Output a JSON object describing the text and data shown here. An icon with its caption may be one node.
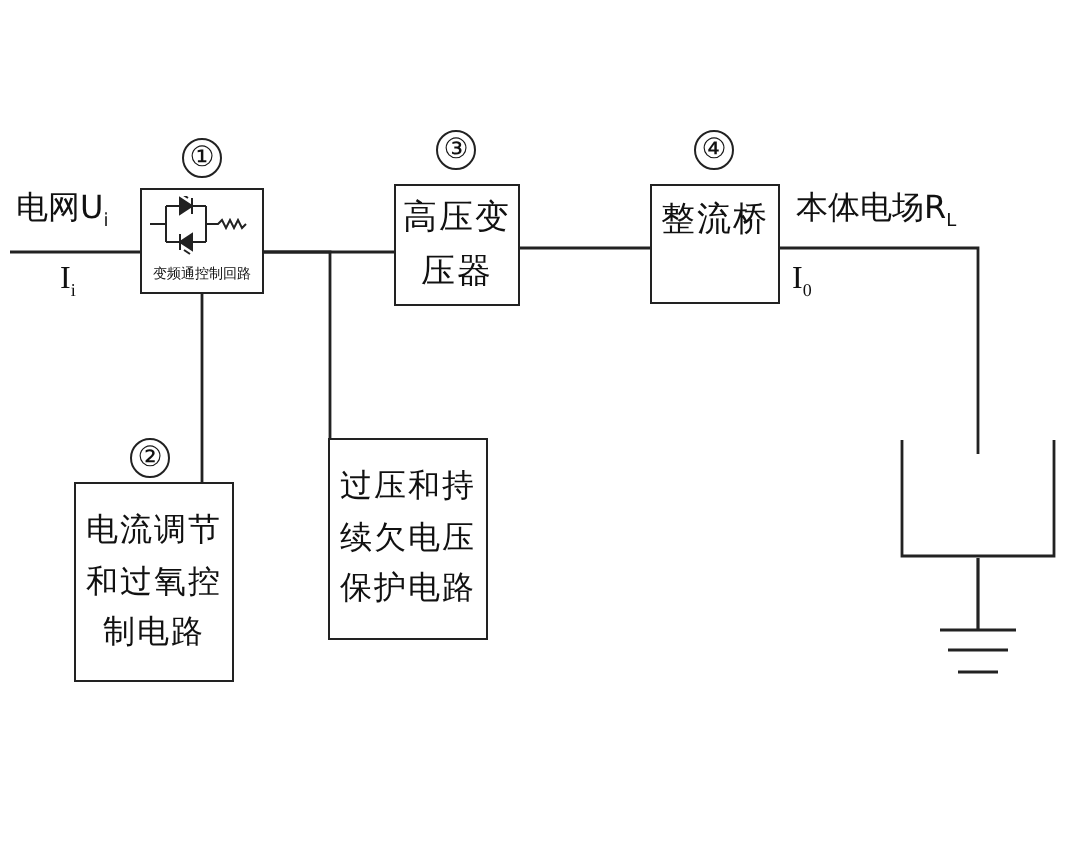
{
  "diagram": {
    "nodes": [
      {
        "text": [
          "变频通控制回路"
        ],
        "beside": [
          "①"
        ]
      },
      {
        "text": [
          "电流调节和过氧控制电路"
        ],
        "beside": [
          "②"
        ]
      },
      {
        "text": [
          "高压变压器"
        ],
        "beside": [
          "③"
        ]
      },
      {
        "text": [
          "整流桥"
        ],
        "beside": [
          "④"
        ]
      },
      {
        "text": [
          "过压和持续欠电压保护电路"
        ]
      },
      {
        "text": [],
        "shape": "tank"
      }
    ],
    "edges": [
      {
        "from": null,
        "to": 0,
        "arrow": "none"
      },
      {
        "from": 0,
        "to": 1,
        "arrow": "none"
      },
      {
        "from": 0,
        "to": 2,
        "arrow": "none"
      },
      {
        "from": 0,
        "to": 4,
        "arrow": "none"
      },
      {
        "from": 2,
        "to": 3,
        "arrow": "none"
      },
      {
        "from": 3,
        "to": 5,
        "arrow": "none"
      }
    ],
    "labels": [
      "电网U$_{i}$",
      "I$_{i}$",
      "本体电场R$_{L}$",
      "I$_{0}$"
    ]
  }
}
